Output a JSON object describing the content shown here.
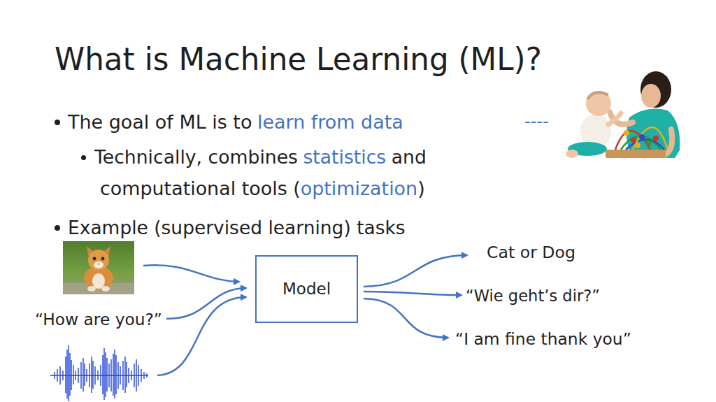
{
  "diagram": {
    "title": "What is Machine Learning (ML)?",
    "nodes": [
      {
        "text": [
          "Model"
        ]
      }
    ],
    "labels": [
      "The goal of ML is to",
      "learn from data",
      "----",
      "Technically, combines",
      "statistics",
      "and",
      "computational tools (",
      "optimization",
      ")",
      "Example (supervised learning) tasks",
      "Cat or Dog",
      "“Wie geht’s dir?”",
      "“I am fine thank you”",
      "“How are you?”"
    ]
  }
}
